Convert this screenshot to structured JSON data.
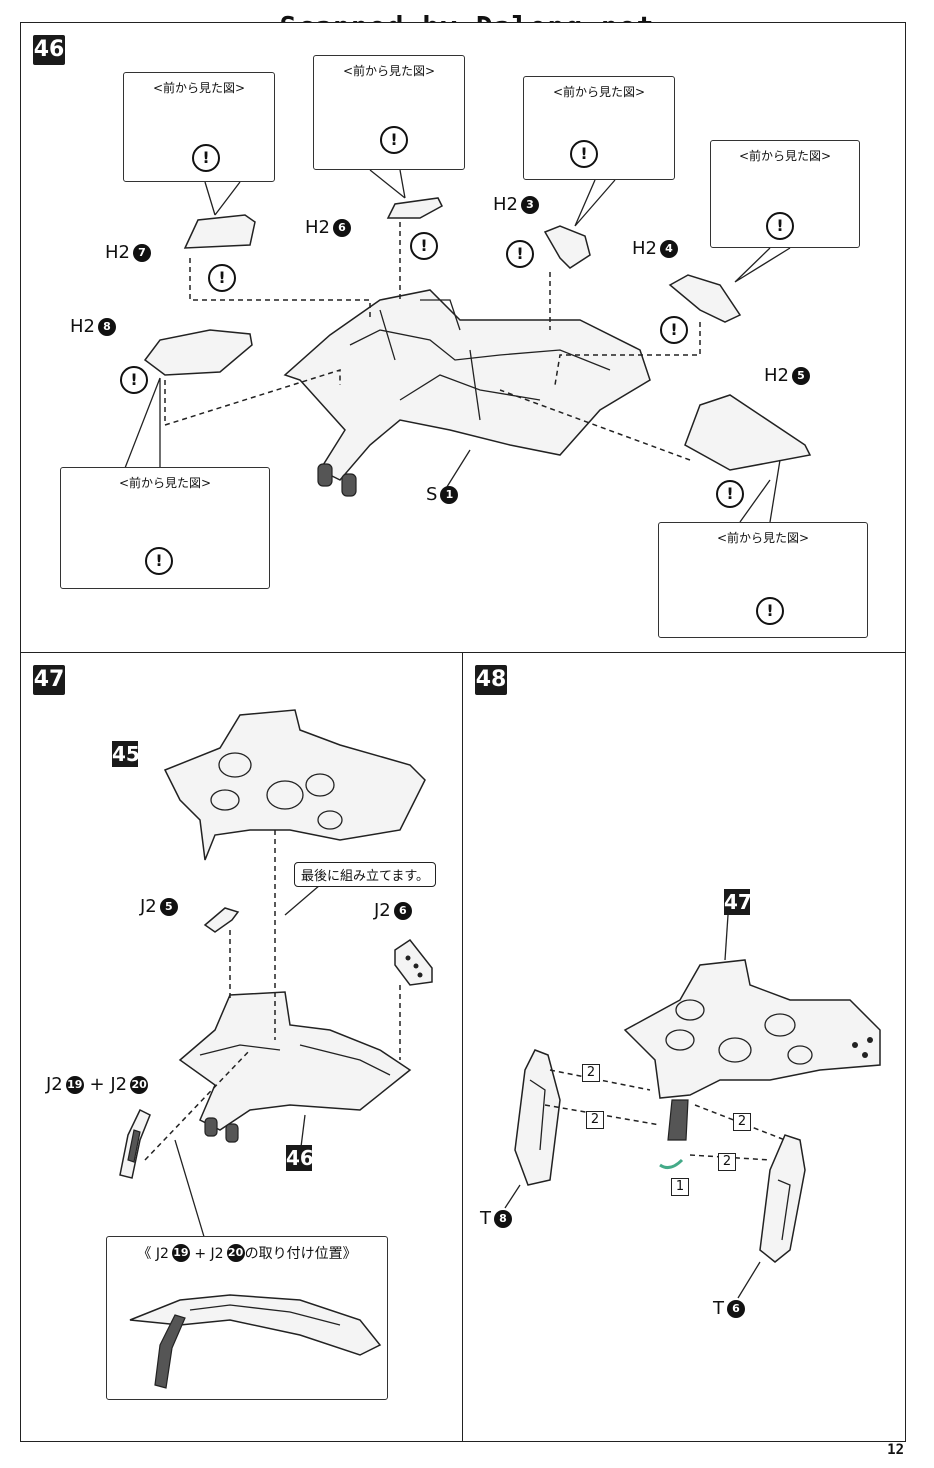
{
  "header": {
    "title": "Scanned by Dalong.net"
  },
  "front_view": "<前から見た図>",
  "steps": {
    "s46": {
      "number": "46",
      "parts": {
        "h2_7": {
          "code": "H2",
          "num": "7"
        },
        "h2_6": {
          "code": "H2",
          "num": "6"
        },
        "h2_3": {
          "code": "H2",
          "num": "3"
        },
        "h2_4": {
          "code": "H2",
          "num": "4"
        },
        "h2_8": {
          "code": "H2",
          "num": "8"
        },
        "h2_5": {
          "code": "H2",
          "num": "5"
        },
        "s_1": {
          "code": "S",
          "num": "1"
        }
      }
    },
    "s47": {
      "number": "47",
      "ref_45": "45",
      "ref_46": "46",
      "note": "最後に組み立てます。",
      "parts": {
        "j2_5": {
          "code": "J2",
          "num": "5"
        },
        "j2_6": {
          "code": "J2",
          "num": "6"
        },
        "j2_19": {
          "code": "J2",
          "num": "19"
        },
        "plus": "+",
        "j2_20": {
          "code": "J2",
          "num": "20"
        }
      },
      "position_title": {
        "open": "《 J2",
        "num1": "19",
        "plus": "+ J2",
        "num2": "20",
        "rest": "の取り付け位置》"
      }
    },
    "s48": {
      "number": "48",
      "ref_47": "47",
      "order_labels": [
        "2",
        "2",
        "2",
        "2",
        "1"
      ],
      "parts": {
        "t_8": {
          "code": "T",
          "num": "8"
        },
        "t_6": {
          "code": "T",
          "num": "6"
        }
      }
    }
  },
  "footer": {
    "page": "12"
  }
}
